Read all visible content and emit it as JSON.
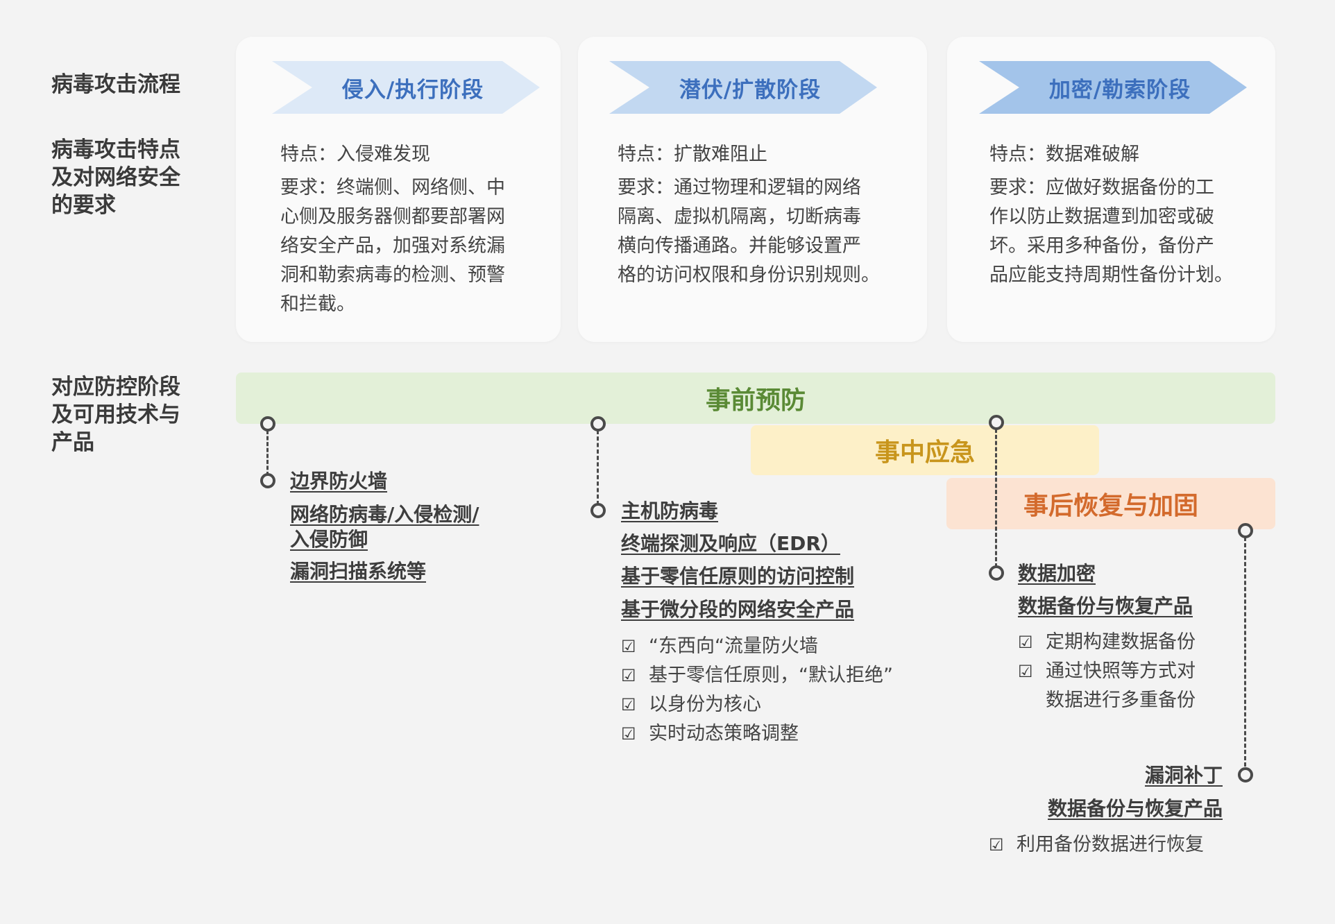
{
  "row_labels": {
    "flow": "病毒攻击流程",
    "features": "病毒攻击特点\n及对网络安全\n的要求",
    "defense": "对应防控阶段\n及可用技术与\n产品"
  },
  "stages": [
    {
      "title": "侵入/执行阶段",
      "feature": "特点：入侵难发现",
      "requirement": "要求：终端侧、网络侧、中\n心侧及服务器侧都要部署网\n络安全产品，加强对系统漏\n洞和勒索病毒的检测、预警\n和拦截。"
    },
    {
      "title": "潜伏/扩散阶段",
      "feature": "特点：扩散难阻止",
      "requirement": "要求：通过物理和逻辑的网络\n隔离、虚拟机隔离，切断病毒\n横向传播通路。并能够设置严\n格的访问权限和身份识别规则。"
    },
    {
      "title": "加密/勒索阶段",
      "feature": "特点：数据难破解",
      "requirement": "要求：应做好数据备份的工\n作以防止数据遭到加密或破\n坏。采用多种备份，备份产\n品应能支持周期性备份计划。"
    }
  ],
  "phases": {
    "pre": "事前预防",
    "mid": "事中应急",
    "post": "事后恢复与加固"
  },
  "groups": {
    "g1": {
      "techs": [
        "边界防火墙",
        "网络防病毒/入侵检测/\n入侵防御",
        "漏洞扫描系统等"
      ]
    },
    "g2": {
      "techs": [
        "主机防病毒",
        "终端探测及响应（EDR）",
        "基于零信任原则的访问控制",
        "基于微分段的网络安全产品"
      ],
      "checks": [
        "“东西向“流量防火墙",
        "基于零信任原则，“默认拒绝”",
        "以身份为核心",
        "实时动态策略调整"
      ]
    },
    "g3": {
      "techs": [
        "数据加密",
        "数据备份与恢复产品"
      ],
      "checks": [
        "定期构建数据备份",
        "通过快照等方式对\n数据进行多重备份"
      ]
    },
    "g4": {
      "techs": [
        "漏洞补丁",
        "数据备份与恢复产品"
      ],
      "checks": [
        "利用备份数据进行恢复"
      ]
    }
  },
  "checkbox_glyph": "☑",
  "colors": {
    "chevron_1": "#dde9f7",
    "chevron_2": "#c2d8f1",
    "chevron_3": "#a3c4ea",
    "chevron_text": "#3c6fbd",
    "pre_band": "#e3f0d8",
    "pre_text": "#5a8a35",
    "mid_band": "#fdf0c8",
    "mid_text": "#c8951c",
    "post_band": "#fce3d2",
    "post_text": "#d36a2c"
  }
}
